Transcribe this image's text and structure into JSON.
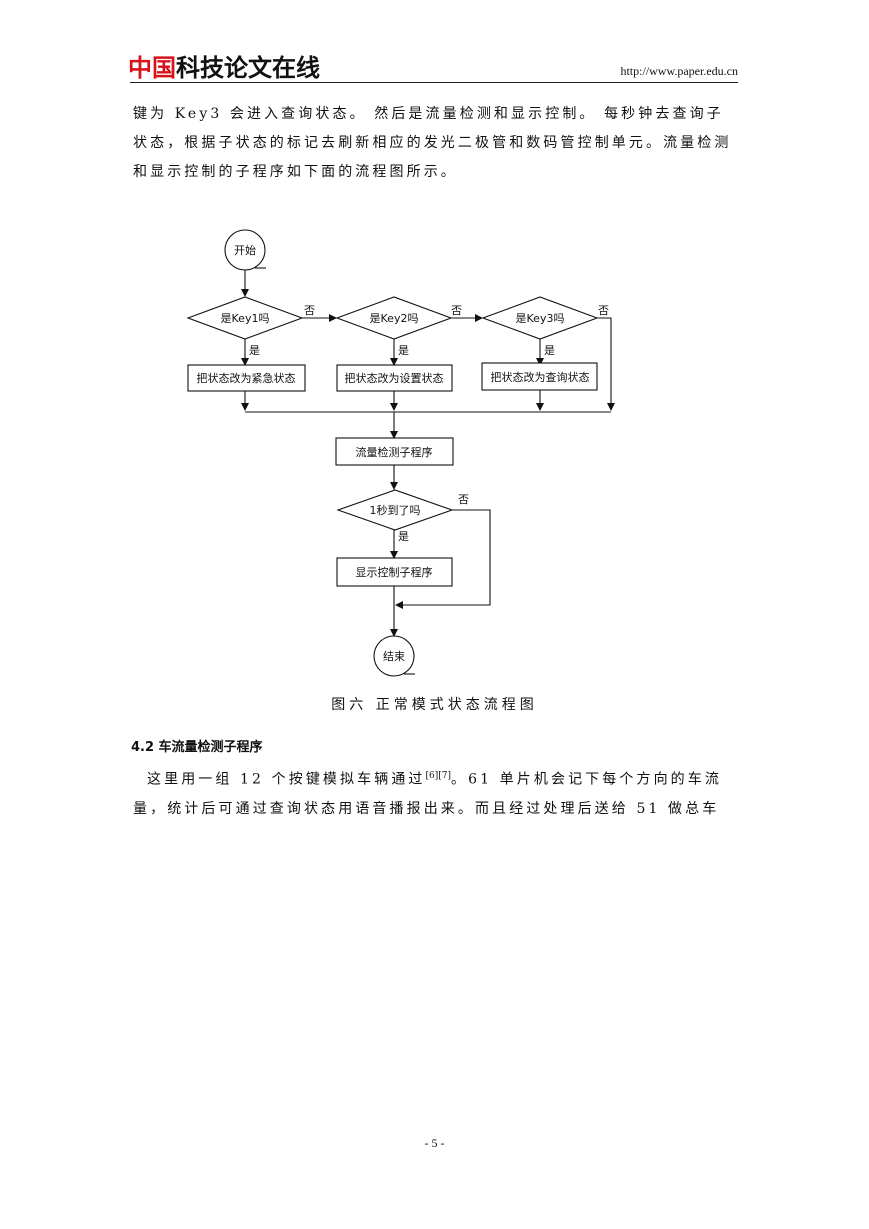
{
  "header": {
    "logo_red": "中国",
    "logo_black": "科技论文在线",
    "url": "http://www.paper.edu.cn"
  },
  "body": {
    "paragraph1": "键为 Key3 会进入查询状态。 然后是流量检测和显示控制。 每秒钟去查询子状态，根据子状态的标记去刷新相应的发光二极管和数码管控制单元。流量检测和显示控制的子程序如下面的流程图所示。",
    "figure_caption": "图六  正常模式状态流程图",
    "section_heading": "4.2 车流量检测子程序",
    "paragraph2_before": "这里用一组 12 个按键模拟车辆通过",
    "paragraph2_citation": "[6][7]",
    "paragraph2_after": "。61 单片机会记下每个方向的车流量，统计后可通过查询状态用语音播报出来。而且经过处理后送给 51 做总车"
  },
  "flowchart": {
    "start": "开始",
    "decision_key1": "是Key1吗",
    "decision_key2": "是Key2吗",
    "decision_key3": "是Key3吗",
    "yes": "是",
    "no": "否",
    "process_emergency": "把状态改为紧急状态",
    "process_setting": "把状态改为设置状态",
    "process_query": "把状态改为查询状态",
    "process_flow_detect": "流量检测子程序",
    "decision_one_second": "1秒到了吗",
    "process_display": "显示控制子程序",
    "end": "结束"
  },
  "footer": {
    "page_number": "- 5 -"
  }
}
